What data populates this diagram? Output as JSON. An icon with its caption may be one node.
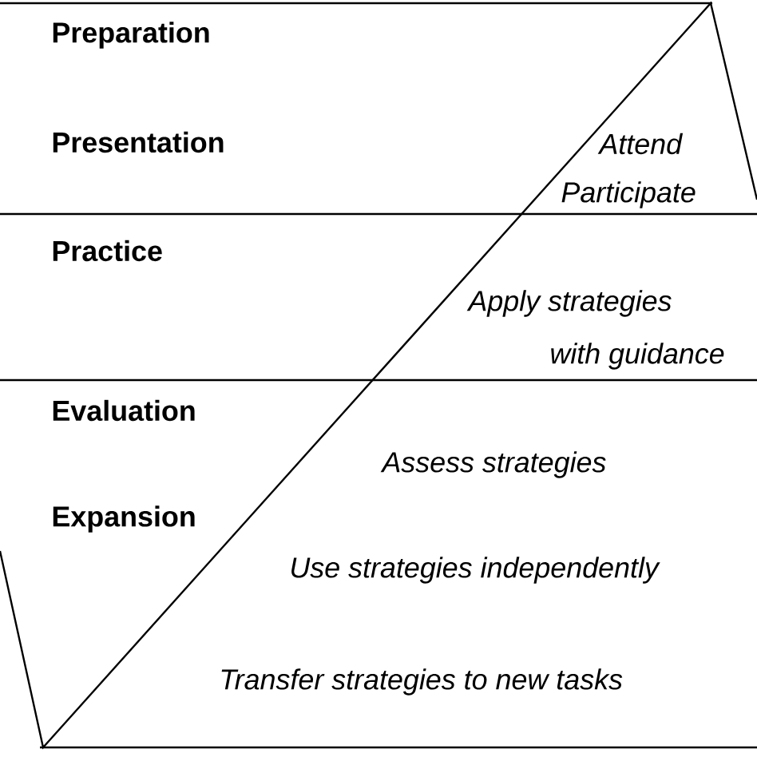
{
  "diagram": {
    "labels": [
      "Preparation",
      "Presentation",
      "Attend",
      "Participate",
      "Practice",
      "Apply strategies",
      "with guidance",
      "Evaluation",
      "Assess strategies",
      "Expansion",
      "Use strategies independently",
      "Transfer strategies to new tasks"
    ]
  }
}
